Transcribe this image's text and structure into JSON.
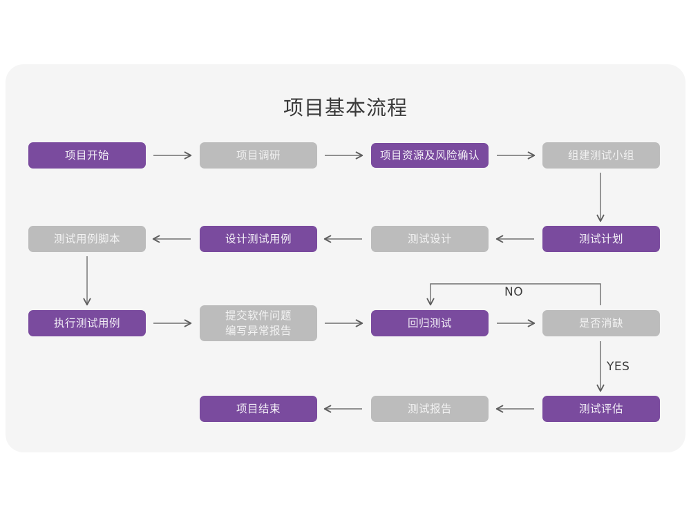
{
  "diagram": {
    "title": "项目基本流程",
    "background_color": "#f5f5f5",
    "page_color": "#ffffff",
    "accent_purple": "#7a4b9e",
    "accent_gray": "#bcbcbc",
    "connector_color": "#6e6e6e",
    "nodes": [
      {
        "id": "n1",
        "label": "项目开始",
        "style": "purple",
        "row": 1,
        "col": 1
      },
      {
        "id": "n2",
        "label": "项目调研",
        "style": "gray",
        "row": 1,
        "col": 2
      },
      {
        "id": "n3",
        "label": "项目资源及风险确认",
        "style": "purple",
        "row": 1,
        "col": 3
      },
      {
        "id": "n4",
        "label": "组建测试小组",
        "style": "gray",
        "row": 1,
        "col": 4
      },
      {
        "id": "n5",
        "label": "测试用例脚本",
        "style": "gray",
        "row": 2,
        "col": 1
      },
      {
        "id": "n6",
        "label": "设计测试用例",
        "style": "purple",
        "row": 2,
        "col": 2
      },
      {
        "id": "n7",
        "label": "测试设计",
        "style": "gray",
        "row": 2,
        "col": 3
      },
      {
        "id": "n8",
        "label": "测试计划",
        "style": "purple",
        "row": 2,
        "col": 4
      },
      {
        "id": "n9",
        "label": "执行测试用例",
        "style": "purple",
        "row": 3,
        "col": 1
      },
      {
        "id": "n10",
        "label": "提交软件问题\n编写异常报告",
        "style": "gray",
        "row": 3,
        "col": 2
      },
      {
        "id": "n11",
        "label": "回归测试",
        "style": "purple",
        "row": 3,
        "col": 3
      },
      {
        "id": "n12",
        "label": "是否消缺",
        "style": "gray",
        "row": 3,
        "col": 4
      },
      {
        "id": "n13",
        "label": "项目结束",
        "style": "purple",
        "row": 4,
        "col": 2
      },
      {
        "id": "n14",
        "label": "测试报告",
        "style": "gray",
        "row": 4,
        "col": 3
      },
      {
        "id": "n15",
        "label": "测试评估",
        "style": "purple",
        "row": 4,
        "col": 4
      }
    ],
    "edge_labels": {
      "no": "NO",
      "yes": "YES"
    }
  }
}
